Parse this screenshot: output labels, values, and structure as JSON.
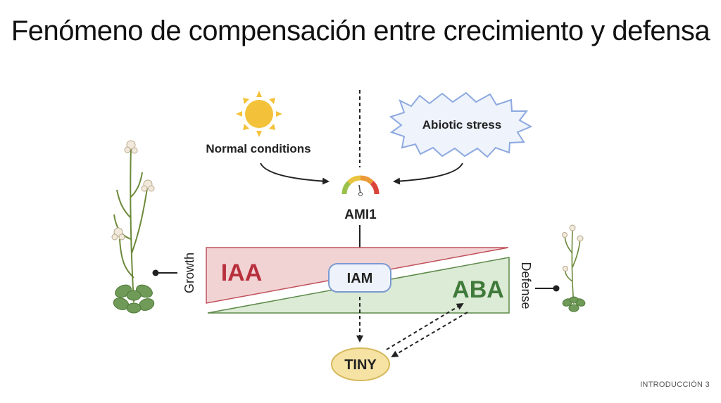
{
  "slide": {
    "title": "Fenómeno de compensación entre crecimiento y defensa",
    "footer": "INTRODUCCIÓN 3"
  },
  "diagram": {
    "normal_label": "Normal conditions",
    "stress_label": "Abiotic stress",
    "sensor_label": "AMI1",
    "growth_label": "Growth",
    "defense_label": "Defense",
    "iaa_label": "IAA",
    "aba_label": "ABA",
    "iam_label": "IAM",
    "tiny_label": "TINY"
  },
  "colors": {
    "iaa_fill": "#f1d3d4",
    "iaa_stroke": "#c0505a",
    "iaa_text": "#b8303d",
    "aba_fill": "#dcebd5",
    "aba_stroke": "#5c8a4a",
    "aba_text": "#3f7a3a",
    "iam_fill": "#eef3fb",
    "iam_stroke": "#7a9ad0",
    "tiny_fill": "#f6e3a4",
    "tiny_stroke": "#d5b85a",
    "sun": "#f3c23a",
    "stress_fill": "#eef3fc",
    "stress_stroke": "#8da9e0"
  }
}
